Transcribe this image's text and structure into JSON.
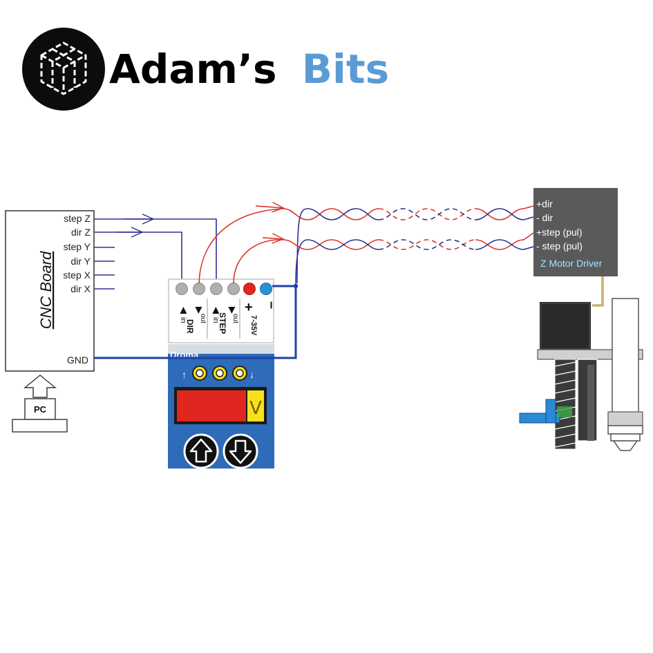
{
  "brand": {
    "name_primary": "Adam’s",
    "name_accent": "Bits",
    "accent_color": "#5b9bd5"
  },
  "cnc_board": {
    "title": "CNC Board",
    "pins": [
      "step Z",
      "dir Z",
      "step Y",
      "dir Y",
      "step X",
      "dir X"
    ],
    "gnd_label": "GND"
  },
  "pc": {
    "label": "PC"
  },
  "signal_module": {
    "dir_label": "DIR",
    "step_label": "STEP",
    "in_label": "in",
    "out_label": "out",
    "plus_label": "+",
    "minus_label": "–",
    "voltage_label": "7-35V",
    "brand_text": "Droma",
    "unit_label": "V"
  },
  "motor_driver": {
    "inputs": [
      "+dir",
      "- dir",
      "+step (pul)",
      "- step (pul)"
    ],
    "title": "Z Motor Driver"
  },
  "colors": {
    "wire_signal": "#2e3192",
    "wire_red": "#d9342b",
    "wire_blue": "#1f3fa8",
    "driver_bg": "#5a5a5a",
    "driver_title": "#9fe6ff",
    "module_blue": "#2e6bb8",
    "display_red": "#e0261e",
    "display_yellow": "#f7e11b"
  }
}
